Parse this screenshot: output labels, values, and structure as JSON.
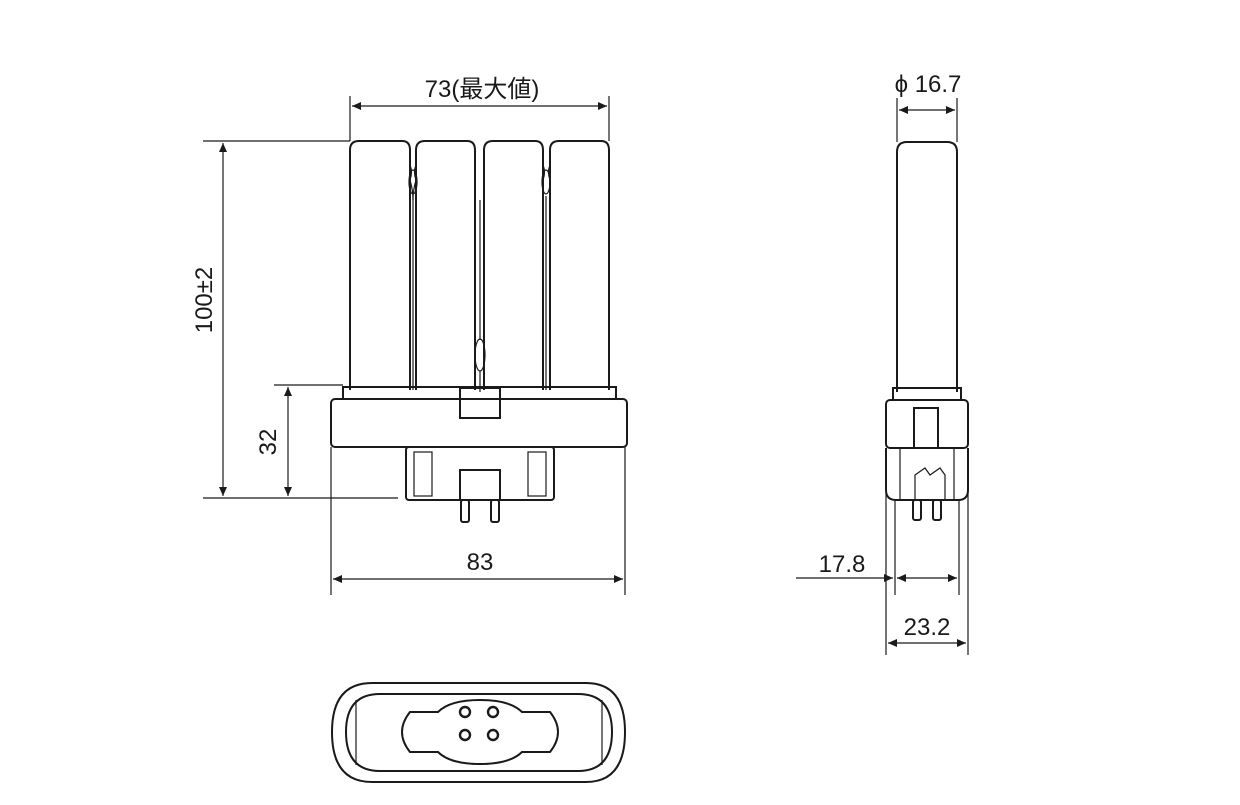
{
  "front_view": {
    "width_label": "73(最大値)",
    "height_label": "100±2",
    "base_height_label": "32",
    "base_width_label": "83"
  },
  "side_view": {
    "diameter_label": "ϕ 16.7",
    "pin_span_label": "17.8",
    "base_depth_label": "23.2"
  }
}
